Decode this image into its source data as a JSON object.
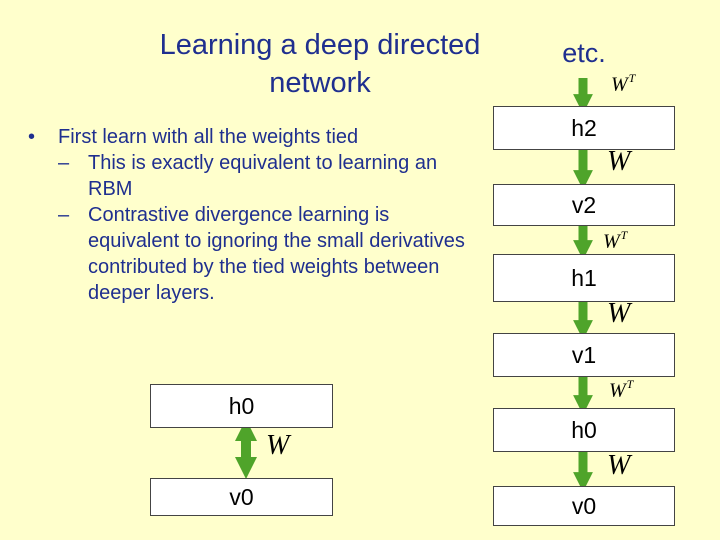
{
  "slide": {
    "title": "Learning a deep directed network",
    "bullet": "First learn with all the weights tied",
    "sub_bullets": [
      "This is exactly equivalent to learning an RBM",
      "Contrastive divergence learning is equivalent to ignoring the small derivatives contributed by the tied weights between deeper layers."
    ]
  },
  "left_diagram": {
    "top_layer": "h0",
    "bottom_layer": "v0",
    "weight_label": "W"
  },
  "right_stack": {
    "etc_label": "etc.",
    "layers": [
      "h2",
      "v2",
      "h1",
      "v1",
      "h0",
      "v0"
    ],
    "weight_labels": [
      "W",
      "W",
      "W",
      "W",
      "W",
      "W"
    ],
    "transpose_marker": "T"
  },
  "colors": {
    "background": "#ffffcc",
    "text": "#1f2f8f",
    "arrow": "#4fa42a"
  }
}
